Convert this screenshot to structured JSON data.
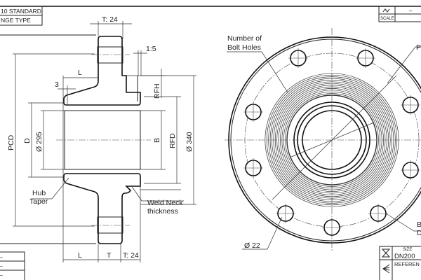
{
  "title_block_top_left": {
    "rows": [
      "10 STANDARD",
      "NGE TYPE"
    ]
  },
  "title_block_top_right": {
    "value": "–",
    "scale_label": "SCALE",
    "icon": "surface-finish-icon"
  },
  "title_block_bottom_left": {
    "rows": [
      "–",
      "–",
      "–"
    ]
  },
  "title_block_bottom_right": {
    "size_label": "SIZE",
    "size_value": "DN200",
    "reference_label": "REFEREN",
    "icons": [
      "hourglass-icon",
      "weld-symbol-icon"
    ]
  },
  "section_view": {
    "t_top": "T: 24",
    "taper": "1:5",
    "l_top": "L",
    "three": "3",
    "rfh": "RFH",
    "pcd": "PCD",
    "d": "D",
    "d295": "Ø 295",
    "b": "B",
    "rfd": "RFD",
    "d340": "Ø 340",
    "hub_taper": [
      "Hub",
      "Taper"
    ],
    "weld_neck": [
      "Weld Neck",
      "thickness"
    ],
    "l_bottom": "L",
    "t_bottom": "T",
    "t24_bottom": "T: 24"
  },
  "front_view": {
    "bolt_holes_label": [
      "Number of",
      "Bolt Holes"
    ],
    "p_label": "P",
    "hole_dia": "Ø 22",
    "b_label": "B",
    "d_label": "D"
  }
}
